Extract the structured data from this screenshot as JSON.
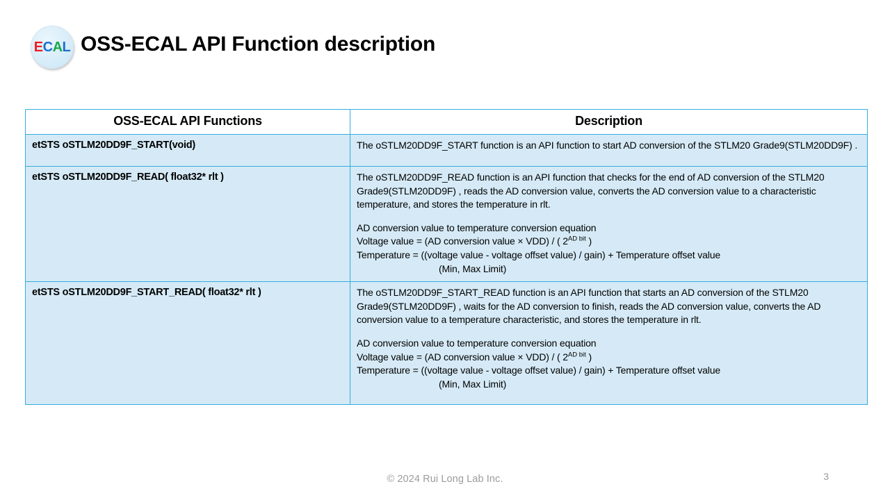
{
  "header": {
    "logo": {
      "alt": "ECAL",
      "letters": [
        {
          "char": "E",
          "color": "#ef1c24"
        },
        {
          "char": "C",
          "color": "#1c6fd0"
        },
        {
          "char": "A",
          "color": "#17a84a"
        },
        {
          "char": "L",
          "color": "#1c6fd0"
        }
      ]
    },
    "title": "OSS-ECAL API Function description"
  },
  "table": {
    "columns": [
      "OSS-ECAL API Functions",
      "Description"
    ],
    "rows": [
      {
        "function": "etSTS oSTLM20DD9F_START(void)",
        "description_blocks": [
          {
            "type": "paragraph",
            "text": "The oSTLM20DD9F_START function is an API function to start AD conversion of the STLM20 Grade9(STLM20DD9F) ."
          }
        ]
      },
      {
        "function": "etSTS oSTLM20DD9F_READ( float32* rlt )",
        "description_blocks": [
          {
            "type": "paragraph",
            "text": "The oSTLM20DD9F_READ function is an API function that checks for the end of AD conversion of the STLM20 Grade9(STLM20DD9F) , reads the AD conversion value, converts the AD conversion value to a characteristic temperature, and stores the temperature in rlt."
          },
          {
            "type": "paragraph-spaced",
            "text": "AD conversion value to temperature conversion equation"
          },
          {
            "type": "equation-power",
            "prefix": "Voltage value = (AD conversion value × VDD) / ( 2",
            "superscript": "AD bit",
            "suffix": " )"
          },
          {
            "type": "paragraph",
            "text": "Temperature = ((voltage value - voltage offset value) / gain) + Temperature offset value"
          },
          {
            "type": "indented",
            "text": "(Min, Max Limit)"
          }
        ]
      },
      {
        "function": "etSTS oSTLM20DD9F_START_READ( float32* rlt )",
        "description_blocks": [
          {
            "type": "paragraph",
            "text": "The oSTLM20DD9F_START_READ function is an API function that starts an AD conversion of the STLM20 Grade9(STLM20DD9F) , waits for the AD conversion to finish, reads the AD conversion value, converts the AD conversion value to a temperature characteristic, and stores the temperature in rlt."
          },
          {
            "type": "paragraph-spaced",
            "text": "AD conversion value to temperature conversion equation"
          },
          {
            "type": "equation-power",
            "prefix": "Voltage value = (AD conversion value × VDD) / ( 2",
            "superscript": "AD bit",
            "suffix": " )"
          },
          {
            "type": "paragraph",
            "text": "Temperature = ((voltage value - voltage offset value) / gain) + Temperature offset value"
          },
          {
            "type": "indented",
            "text": "(Min, Max Limit)"
          }
        ]
      }
    ]
  },
  "footer": {
    "copyright": "© 2024 Rui Long Lab Inc.",
    "page_number": "3"
  },
  "colors": {
    "table_border": "#34ace0",
    "row_fill": "#d5eaf6",
    "header_fill": "#ffffff",
    "footer_text": "#9b9b9b",
    "logo_circle": "#d6ecf8"
  }
}
